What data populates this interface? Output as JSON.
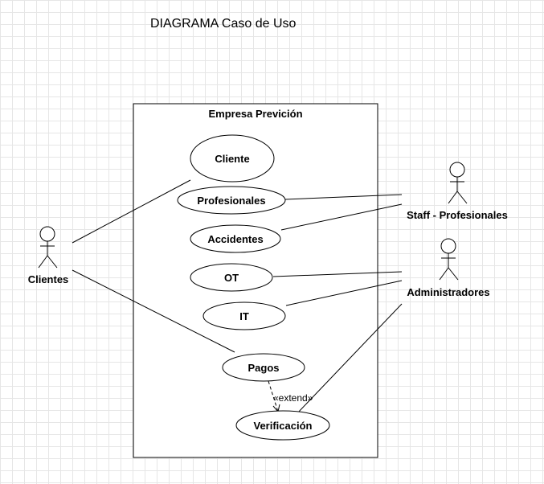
{
  "title": "DIAGRAMA Caso de Uso",
  "system": {
    "name": "Empresa Previción"
  },
  "actors": {
    "clientes": "Clientes",
    "staff": "Staff - Profesionales",
    "admin": "Administradores"
  },
  "use_cases": {
    "cliente": "Cliente",
    "profesionales": "Profesionales",
    "accidentes": "Accidentes",
    "ot": "OT",
    "it": "IT",
    "pagos": "Pagos",
    "verificacion": "Verificación"
  },
  "relations": {
    "extend_label": "«extend»"
  }
}
